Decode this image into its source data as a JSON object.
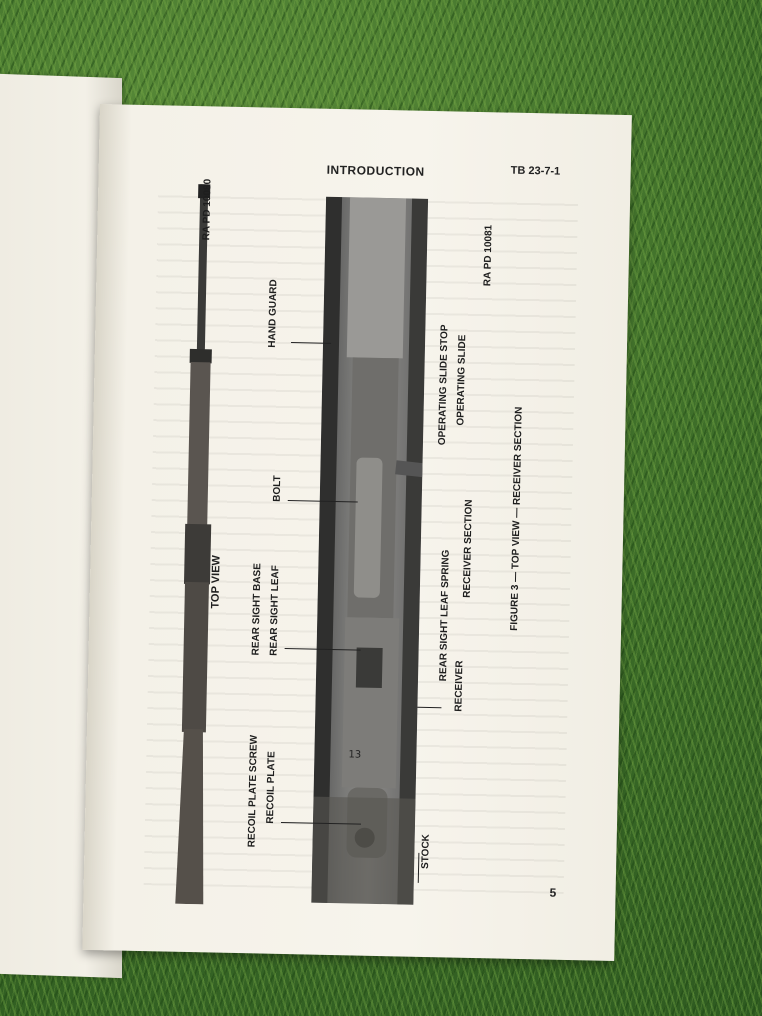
{
  "page": {
    "header_title": "INTRODUCTION",
    "header_code": "TB 23-7-1",
    "page_number": "5"
  },
  "figure": {
    "caption": "FIGURE 3 — TOP VIEW — RECEIVER SECTION",
    "ra_left": "RA PD 10080",
    "ra_right": "RA PD 10081",
    "view_label": "TOP VIEW",
    "section_label": "RECEIVER SECTION",
    "labels": {
      "hand_guard": "HAND GUARD",
      "operating_slide_stop": "OPERATING SLIDE STOP",
      "operating_slide": "OPERATING SLIDE",
      "bolt": "BOLT",
      "rear_sight_base": "REAR SIGHT BASE",
      "rear_sight_leaf": "REAR SIGHT LEAF",
      "rear_sight_leaf_spring": "REAR SIGHT LEAF SPRING",
      "receiver": "RECEIVER",
      "recoil_plate_screw": "RECOIL PLATE SCREW",
      "recoil_plate": "RECOIL PLATE",
      "stock": "STOCK"
    }
  }
}
